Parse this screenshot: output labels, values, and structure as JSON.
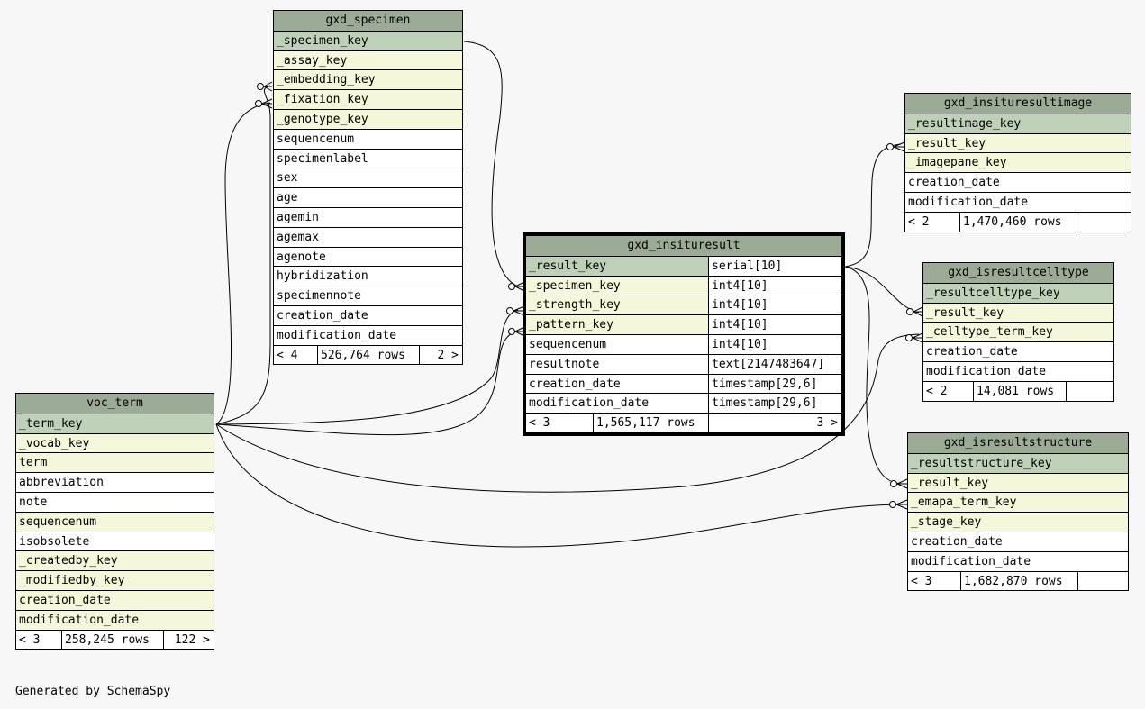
{
  "footer_text": "Generated by SchemaSpy",
  "colors": {
    "title_bg": "#9bab96",
    "primary_key_bg": "#bed1b8",
    "foreign_key_bg": "#f4f7da",
    "column_bg": "#ffffff",
    "page_bg": "#f7f7f7"
  },
  "tables": {
    "gxd_specimen": {
      "name": "gxd_specimen",
      "columns": [
        {
          "name": "_specimen_key",
          "kind": "pk"
        },
        {
          "name": "_assay_key",
          "kind": "fk"
        },
        {
          "name": "_embedding_key",
          "kind": "fk"
        },
        {
          "name": "_fixation_key",
          "kind": "fk"
        },
        {
          "name": "_genotype_key",
          "kind": "fk"
        },
        {
          "name": "sequencenum",
          "kind": "plain"
        },
        {
          "name": "specimenlabel",
          "kind": "plain"
        },
        {
          "name": "sex",
          "kind": "plain"
        },
        {
          "name": "age",
          "kind": "plain"
        },
        {
          "name": "agemin",
          "kind": "plain"
        },
        {
          "name": "agemax",
          "kind": "plain"
        },
        {
          "name": "agenote",
          "kind": "plain"
        },
        {
          "name": "hybridization",
          "kind": "plain"
        },
        {
          "name": "specimennote",
          "kind": "plain"
        },
        {
          "name": "creation_date",
          "kind": "plain"
        },
        {
          "name": "modification_date",
          "kind": "plain"
        }
      ],
      "footer": {
        "parents": "< 4",
        "rows": "526,764 rows",
        "children": "2 >"
      }
    },
    "voc_term": {
      "name": "voc_term",
      "columns": [
        {
          "name": "_term_key",
          "kind": "pk"
        },
        {
          "name": "_vocab_key",
          "kind": "fk"
        },
        {
          "name": "term",
          "kind": "fk"
        },
        {
          "name": "abbreviation",
          "kind": "plain"
        },
        {
          "name": "note",
          "kind": "plain"
        },
        {
          "name": "sequencenum",
          "kind": "fk"
        },
        {
          "name": "isobsolete",
          "kind": "plain"
        },
        {
          "name": "_createdby_key",
          "kind": "fk"
        },
        {
          "name": "_modifiedby_key",
          "kind": "fk"
        },
        {
          "name": "creation_date",
          "kind": "fk"
        },
        {
          "name": "modification_date",
          "kind": "fk"
        }
      ],
      "footer": {
        "parents": "< 3",
        "rows": "258,245 rows",
        "children": "122 >"
      }
    },
    "gxd_insituresult": {
      "name": "gxd_insituresult",
      "columns": [
        {
          "name": "_result_key",
          "type": "serial[10]",
          "kind": "pk"
        },
        {
          "name": "_specimen_key",
          "type": "int4[10]",
          "kind": "fk"
        },
        {
          "name": "_strength_key",
          "type": "int4[10]",
          "kind": "fk"
        },
        {
          "name": "_pattern_key",
          "type": "int4[10]",
          "kind": "fk"
        },
        {
          "name": "sequencenum",
          "type": "int4[10]",
          "kind": "plain"
        },
        {
          "name": "resultnote",
          "type": "text[2147483647]",
          "kind": "plain"
        },
        {
          "name": "creation_date",
          "type": "timestamp[29,6]",
          "kind": "plain"
        },
        {
          "name": "modification_date",
          "type": "timestamp[29,6]",
          "kind": "plain"
        }
      ],
      "footer": {
        "parents": "< 3",
        "rows": "1,565,117 rows",
        "children": "3 >"
      }
    },
    "gxd_insituresultimage": {
      "name": "gxd_insituresultimage",
      "columns": [
        {
          "name": "_resultimage_key",
          "kind": "pk"
        },
        {
          "name": "_result_key",
          "kind": "fk"
        },
        {
          "name": "_imagepane_key",
          "kind": "fk"
        },
        {
          "name": "creation_date",
          "kind": "plain"
        },
        {
          "name": "modification_date",
          "kind": "plain"
        }
      ],
      "footer": {
        "parents": "< 2",
        "rows": "1,470,460 rows",
        "children": ""
      }
    },
    "gxd_isresultcelltype": {
      "name": "gxd_isresultcelltype",
      "columns": [
        {
          "name": "_resultcelltype_key",
          "kind": "pk"
        },
        {
          "name": "_result_key",
          "kind": "fk"
        },
        {
          "name": "_celltype_term_key",
          "kind": "fk"
        },
        {
          "name": "creation_date",
          "kind": "plain"
        },
        {
          "name": "modification_date",
          "kind": "plain"
        }
      ],
      "footer": {
        "parents": "< 2",
        "rows": "14,081 rows",
        "children": ""
      }
    },
    "gxd_isresultstructure": {
      "name": "gxd_isresultstructure",
      "columns": [
        {
          "name": "_resultstructure_key",
          "kind": "pk"
        },
        {
          "name": "_result_key",
          "kind": "fk"
        },
        {
          "name": "_emapa_term_key",
          "kind": "fk"
        },
        {
          "name": "_stage_key",
          "kind": "fk"
        },
        {
          "name": "creation_date",
          "kind": "plain"
        },
        {
          "name": "modification_date",
          "kind": "plain"
        }
      ],
      "footer": {
        "parents": "< 3",
        "rows": "1,682,870 rows",
        "children": ""
      }
    }
  }
}
